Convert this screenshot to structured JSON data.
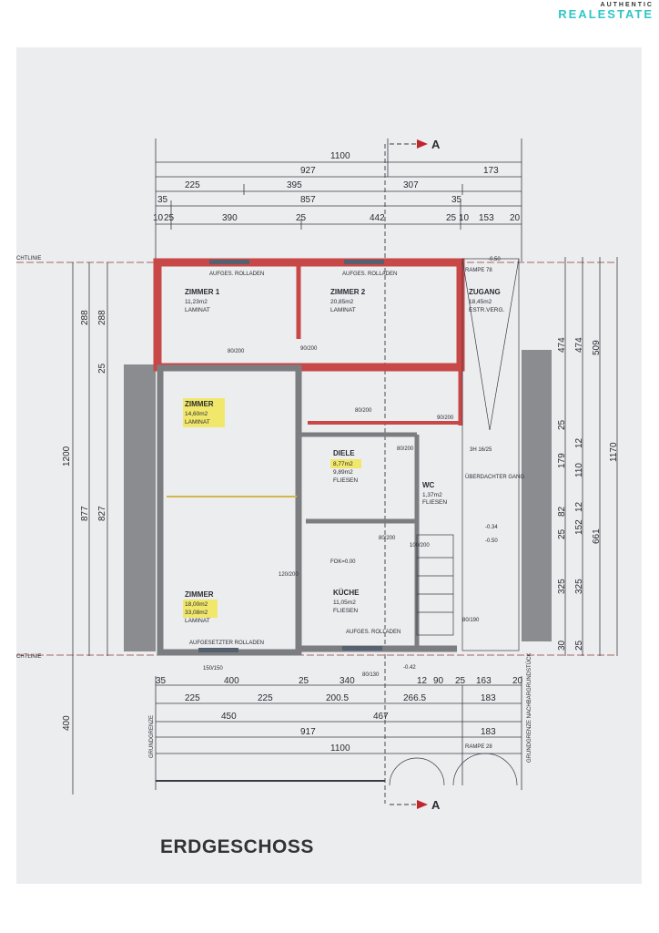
{
  "brand": {
    "line1": "AUTHENTIC",
    "line2": "REALESTATE"
  },
  "plan_title": "ERDGESCHOSS",
  "section_marker": "A",
  "side_label_top": "CHTLINIE",
  "side_label_bottom": "CHTLINIE",
  "dimensions_top": {
    "total": "1100",
    "row2": [
      "927",
      "173"
    ],
    "row3": [
      "225",
      "395",
      "307"
    ],
    "row4": [
      "35",
      "857",
      "35"
    ],
    "row5": [
      "10",
      "25",
      "390",
      "25",
      "442",
      "25",
      "10",
      "153",
      "20"
    ]
  },
  "dimensions_bottom": {
    "row1": [
      "35",
      "400",
      "25",
      "340",
      "12",
      "90",
      "25",
      "163",
      "20"
    ],
    "row2": [
      "225",
      "225",
      "200.5",
      "266.5",
      "183"
    ],
    "row3": [
      "450",
      "467"
    ],
    "row4": [
      "917",
      "183"
    ],
    "total": "1100"
  },
  "dimensions_left": [
    "288",
    "288",
    "25",
    "1200",
    "877",
    "827",
    "400"
  ],
  "dimensions_right": [
    "474",
    "474",
    "509",
    "25",
    "179",
    "12",
    "110",
    "1170",
    "25",
    "82",
    "12",
    "152",
    "661",
    "325",
    "325",
    "30",
    "25"
  ],
  "rooms": [
    {
      "name": "ZIMMER 1",
      "area": "11,23m2",
      "floor": "LAMINAT"
    },
    {
      "name": "ZIMMER 2",
      "area": "20,85m2",
      "floor": "LAMINAT"
    },
    {
      "name": "ZUGANG",
      "area": "18,45m2",
      "floor": "ESTR.VERG."
    },
    {
      "name": "ZIMMER",
      "area": "14,60m2",
      "floor": "LAMINAT"
    },
    {
      "name": "DIELE",
      "area": "8,77m2",
      "area2": "9,89m2",
      "floor": "FLIESEN"
    },
    {
      "name": "WC",
      "area": "1,37m2",
      "floor": "FLIESEN"
    },
    {
      "name": "ZIMMER",
      "area": "18,00m2",
      "area2": "33,08m2",
      "floor": "LAMINAT"
    },
    {
      "name": "KÜCHE",
      "area": "11,05m2",
      "floor": "FLIESEN"
    }
  ],
  "annotations": {
    "rollladen_1": "AUFGES. ROLLADEN",
    "rollladen_2": "AUFGES. ROLLADEN",
    "rollladen_3": "AUFGESETZTER ROLLADEN",
    "rollladen_4": "AUFGES. ROLLADEN",
    "rampe_top": "RAMPE 78",
    "rampe_bottom": "RAMPE 28",
    "level_top": "-0.50",
    "level_mid1": "-0.34",
    "level_mid2": "-0.50",
    "level_bottom": "-0.42",
    "fok": "FOK=0.00",
    "stairs": "3H 16/25",
    "covered": "ÜBERDACHTER GANG",
    "grenze_left": "GRUNDGRENZE",
    "grenze_right": "GRUNDGRENZE NACHBARGRUNDSTÜCK",
    "door_sizes": [
      "80/200",
      "90/200",
      "80/200",
      "90/200",
      "80/200",
      "120/200",
      "80/200",
      "100/200",
      "80/190",
      "150/150",
      "80/130"
    ]
  }
}
